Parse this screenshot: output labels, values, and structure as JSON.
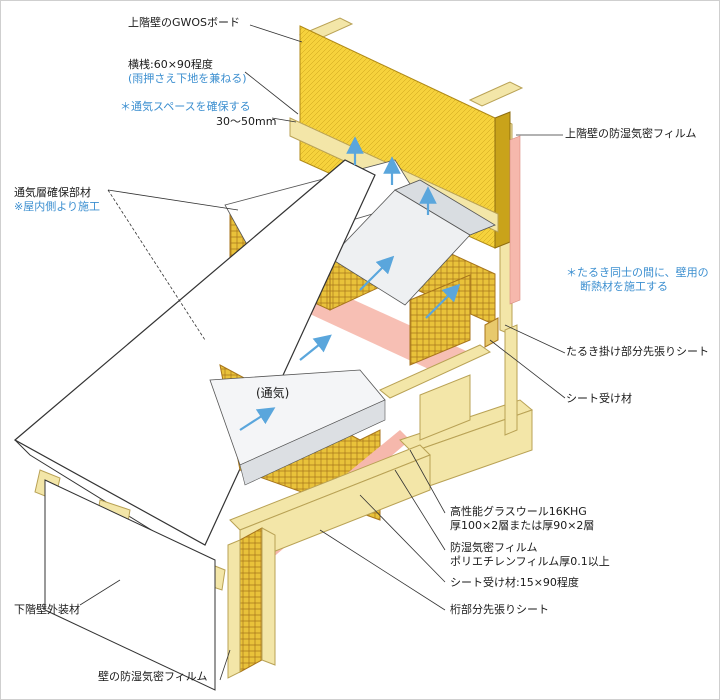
{
  "labels": {
    "gwos_board": "上階壁のGWOSボード",
    "batten_1": "横桟:60×90程度",
    "batten_2": "(雨押さえ下地を兼ねる)",
    "vent_space": "＊通気スペースを確保する",
    "vent_dim": "30～50mm",
    "upper_film": "上階壁の防湿気密フィルム",
    "vent_member_1": "通気層確保部材",
    "vent_member_2": "※屋内側より施工",
    "rafter_note_1": "＊たるき同士の間に、壁用の",
    "rafter_note_2": "断熱材を施工する",
    "rafter_sheet": "たるき掛け部分先張りシート",
    "sheet_support": "シート受け材",
    "airflow": "(通気)",
    "glasswool_1": "高性能グラスウール16KHG",
    "glasswool_2": "厚100×2層または厚90×2層",
    "film_1": "防湿気密フィルム",
    "film_2": "ポリエチレンフィルム厚0.1以上",
    "sheet_support_size": "シート受け材:15×90程度",
    "beam_sheet": "桁部分先張りシート",
    "lower_siding": "下階壁外装材",
    "wall_film": "壁の防湿気密フィルム"
  },
  "colors": {
    "wood": "#f3e6a8",
    "wood_edge": "#b9a255",
    "gwos_yellow": "#f6d23c",
    "insulation": "#e9c23a",
    "film_pink": "#f6b8ac",
    "arrow_blue": "#5aa6dc",
    "roof_white": "#ffffff",
    "line": "#333333"
  }
}
